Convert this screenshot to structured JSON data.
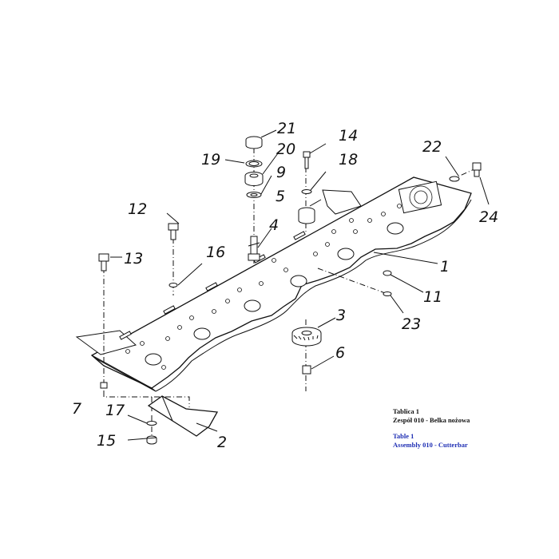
{
  "caption": {
    "pl_title": "Tablica 1",
    "pl_subtitle": "Zespół 010 - Belka nożowa",
    "en_title": "Table 1",
    "en_subtitle": "Assembly 010 - Cutterbar",
    "pl_color": "#111111",
    "en_color": "#1f2fb4"
  },
  "part_labels": {
    "p1": "1",
    "p2": "2",
    "p3": "3",
    "p4": "4",
    "p5": "5",
    "p6": "6",
    "p7": "7",
    "p9": "9",
    "p11": "11",
    "p12": "12",
    "p13": "13",
    "p14": "14",
    "p15": "15",
    "p16": "16",
    "p17": "17",
    "p18": "18",
    "p19": "19",
    "p20": "20",
    "p21": "21",
    "p22": "22",
    "p23": "23",
    "p24": "24"
  }
}
